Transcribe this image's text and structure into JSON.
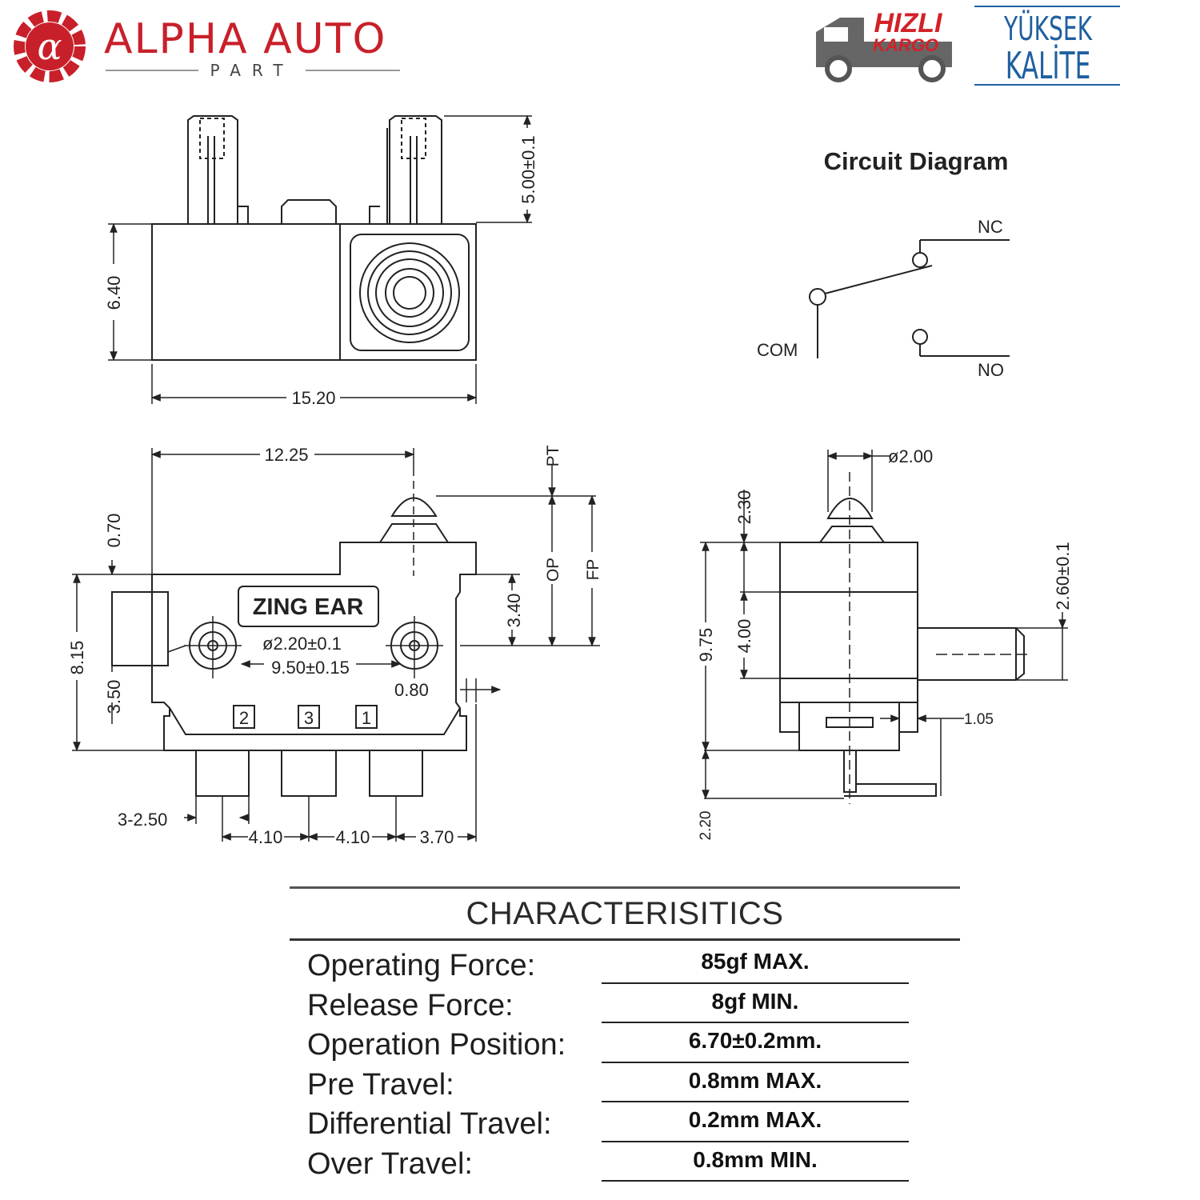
{
  "brand": {
    "name": "ALPHA AUTO",
    "sub": "PART",
    "color": "#c8202a",
    "icon": "alpha-gear-icon"
  },
  "badges": {
    "kargo_line1": "HIZLI",
    "kargo_line2": "KARGO",
    "kargo_icon": "truck-icon",
    "quality_line1": "YÜKSEK",
    "quality_line2": "KALİTE",
    "quality_color": "#1f5fa0"
  },
  "circuit": {
    "title": "Circuit Diagram",
    "nc": "NC",
    "no": "NO",
    "com": "COM"
  },
  "top_view": {
    "dim_width": "15.20",
    "dim_height": "6.40",
    "dim_terminal": "5.00±0.1"
  },
  "front_view": {
    "brand_label": "ZING EAR",
    "dim_12_25": "12.25",
    "dim_0_70": "0.70",
    "dim_8_15": "8.15",
    "dim_3_50": "3.50",
    "dim_3_40": "3.40",
    "dim_hole": "ø2.20±0.1",
    "dim_pitch": "9.50±0.15",
    "dim_0_80": "0.80",
    "dim_pins": "3-2.50",
    "dim_4_10a": "4.10",
    "dim_4_10b": "4.10",
    "dim_3_70": "3.70",
    "label_pt": "PT",
    "label_op": "OP",
    "label_fp": "FP",
    "pin_2": "2",
    "pin_3": "3",
    "pin_1": "1"
  },
  "side_view": {
    "dim_dia": "ø2.00",
    "dim_2_30": "2.30",
    "dim_9_75": "9.75",
    "dim_4_00": "4.00",
    "dim_2_60": "2.60±0.1",
    "dim_1_05": "1.05",
    "dim_2_20": "2.20"
  },
  "characteristics": {
    "title": "CHARACTERISITICS",
    "rows": [
      {
        "label": "Operating Force:",
        "value": "85gf MAX."
      },
      {
        "label": "Release Force:",
        "value": "8gf MIN."
      },
      {
        "label": "Operation Position:",
        "value": "6.70±0.2mm."
      },
      {
        "label": "Pre Travel:",
        "value": "0.8mm MAX."
      },
      {
        "label": "Differential Travel:",
        "value": "0.2mm MAX."
      },
      {
        "label": "Over Travel:",
        "value": "0.8mm MIN."
      }
    ]
  }
}
